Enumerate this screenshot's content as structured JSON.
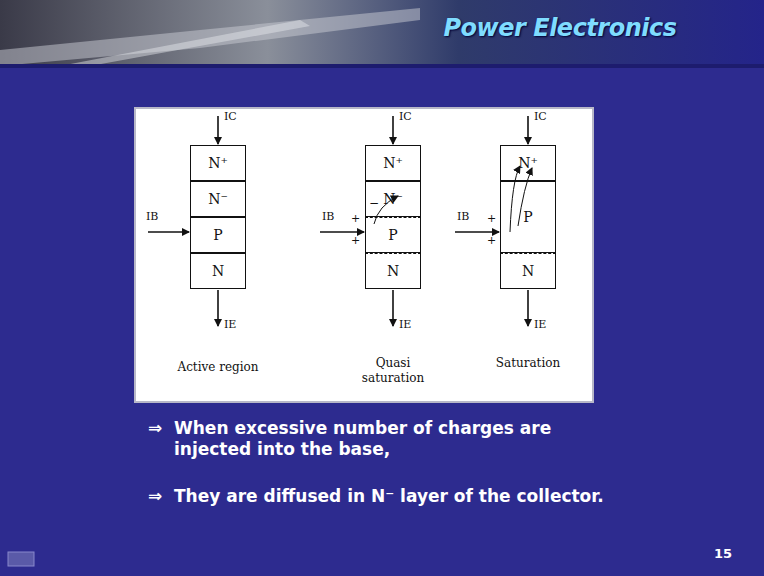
{
  "diagram": {
    "title": "Power Electronics",
    "nodes": [
      {
        "text": [
          "N⁺"
        ]
      },
      {
        "text": [
          "N⁻"
        ]
      },
      {
        "text": [
          "P"
        ]
      },
      {
        "text": [
          "N"
        ]
      },
      {
        "text": [
          "N⁺"
        ]
      },
      {
        "text": [
          "N⁻"
        ]
      },
      {
        "text": [
          "P"
        ]
      },
      {
        "text": [
          "N"
        ]
      },
      {
        "text": [
          "N⁺"
        ]
      },
      {
        "text": [
          "P"
        ]
      },
      {
        "text": [
          "N"
        ]
      }
    ],
    "labels": [
      "IC",
      "IB",
      "IE",
      "Active region",
      "IC",
      "IB",
      "+",
      "−",
      "+",
      "IE",
      "Quasi saturation",
      "IC",
      "IB",
      "+",
      "+",
      "IE",
      "Saturation",
      "⇒",
      "When excessive number of charges are injected into the base,",
      "⇒",
      "They are diffused in N⁻ layer of the collector.",
      "15"
    ]
  }
}
